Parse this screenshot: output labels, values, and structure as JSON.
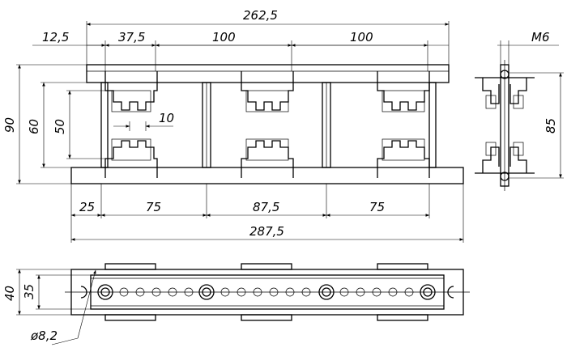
{
  "drawing": {
    "dims": {
      "overall_top": "262,5",
      "left_margin": "12,5",
      "block_width": "37,5",
      "spacing_1": "100",
      "spacing_2": "100",
      "thread": "M6",
      "height_total": "90",
      "height_60": "60",
      "height_50": "50",
      "gap_10": "10",
      "side_height": "85",
      "bottom_25": "25",
      "bottom_75a": "75",
      "bottom_87": "87,5",
      "bottom_75b": "75",
      "overall_bottom": "287,5",
      "plan_40": "40",
      "plan_35": "35",
      "hole_dia": "ø8,2"
    }
  }
}
